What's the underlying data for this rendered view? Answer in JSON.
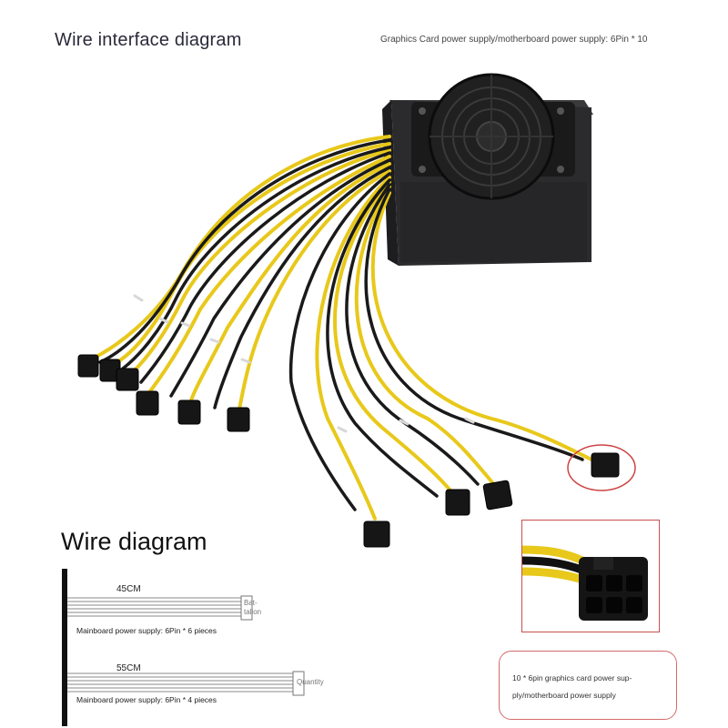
{
  "header": {
    "title": "Wire interface diagram",
    "note": "Graphics Card power supply/motherboard power supply: 6Pin * 10"
  },
  "wire_diagram": {
    "title": "Wire diagram",
    "cables": [
      {
        "length": "45CM",
        "connector_label": "Bat-talion",
        "caption": "Mainboard power supply: 6Pin * 6 pieces"
      },
      {
        "length": "55CM",
        "connector_label": "Quantity",
        "caption": "Mainboard power supply: 6Pin * 4 pieces"
      }
    ]
  },
  "callout": {
    "text": "10 * 6pin graphics card power sup-ply/motherboard power supply"
  },
  "colors": {
    "wire_yellow": "#e8c81a",
    "wire_black": "#1a1a1a",
    "psu_body": "#2b2b2d",
    "highlight_red": "#cc4444"
  }
}
